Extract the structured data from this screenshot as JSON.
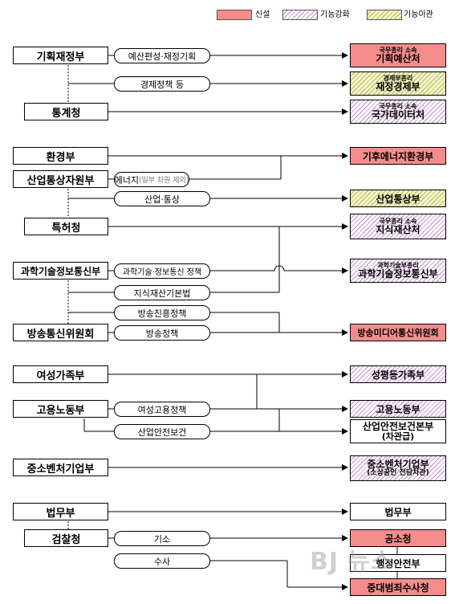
{
  "legend": [
    {
      "label": "신설",
      "style": "new"
    },
    {
      "label": "기능강화",
      "style": "strengthen"
    },
    {
      "label": "기능이관",
      "style": "transfer"
    }
  ],
  "sources": {
    "moef": "기획재정부",
    "statistics": "통계청",
    "environment": "환경부",
    "industry": "산업통상자원부",
    "patent": "특허청",
    "msit": "과학기술정보통신부",
    "kcc": "방송통신위원회",
    "gender": "여성가족부",
    "labor": "고용노동부",
    "sme": "중소벤처기업부",
    "justice": "법무부",
    "prosecution": "검찰청"
  },
  "functions": {
    "budget": "예산편성·재정기획",
    "econ_policy": "경제정책 등",
    "energy": "에너지",
    "energy_note": "(일부 차원 제외)",
    "industry_trade": "산업·통상",
    "sci_ict": "과학기술·정보통신 정책",
    "ip_law": "지식재산기본법",
    "broadcast_promo": "방송진흥정책",
    "broadcast_policy": "방송정책",
    "women_employment": "여성고용정책",
    "industrial_safety": "산업안전보건",
    "indictment": "기소",
    "investigation": "수사"
  },
  "targets": {
    "budget_office": {
      "sub": "국무총리 소속",
      "name": "기획예산처"
    },
    "finance_econ": {
      "sub": "경제부총리",
      "name": "재정경제부"
    },
    "data_office": {
      "sub": "국무총리 소속",
      "name": "국가데이터처"
    },
    "climate_env": {
      "name": "기후에너지환경부"
    },
    "trade_industry": {
      "name": "산업통상부"
    },
    "ip_office": {
      "sub": "국무총리 소속",
      "name": "지식재산처"
    },
    "msit_new": {
      "sub": "과학기술부총리",
      "name": "과학기술정보통신부"
    },
    "media_comm": {
      "name": "방송미디어통신위원회"
    },
    "gender_family": {
      "name": "성평등가족부"
    },
    "labor_new": {
      "name": "고용노동부"
    },
    "safety_agency": {
      "name": "산업안전보건본부",
      "sub2": "(차관급)"
    },
    "sme_new": {
      "name": "중소벤처기업부",
      "sub2": "(소상공인 전담차관)"
    },
    "justice_new": {
      "name": "법무부"
    },
    "indict_agency": {
      "name": "공소청"
    },
    "interior": {
      "name": "행정안전부"
    },
    "crime_agency": {
      "name": "중대범죄수사청"
    }
  },
  "watermark": "BJ 뉴스"
}
